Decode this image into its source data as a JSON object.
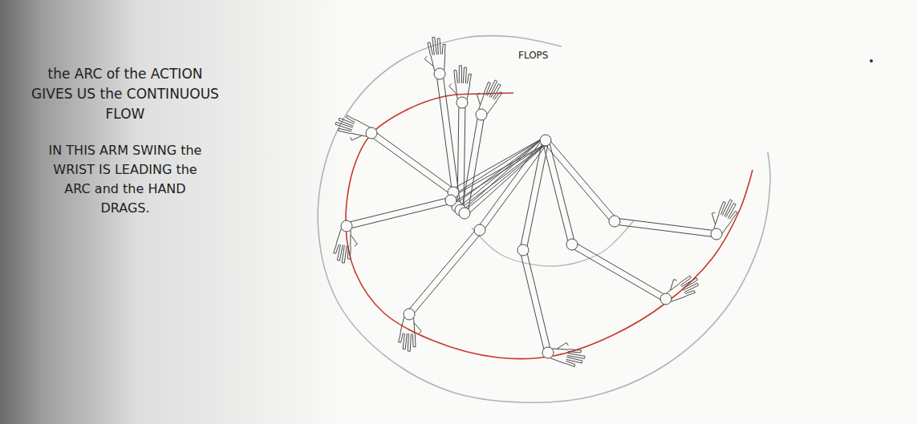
{
  "diagram": {
    "labels": [
      "the ARC of the ACTION GIVES US the CONTINUOUS FLOW",
      "IN THIS ARM SWING the WRIST IS LEADING the ARC and the HAND DRAGS.",
      "FLOPS"
    ]
  }
}
